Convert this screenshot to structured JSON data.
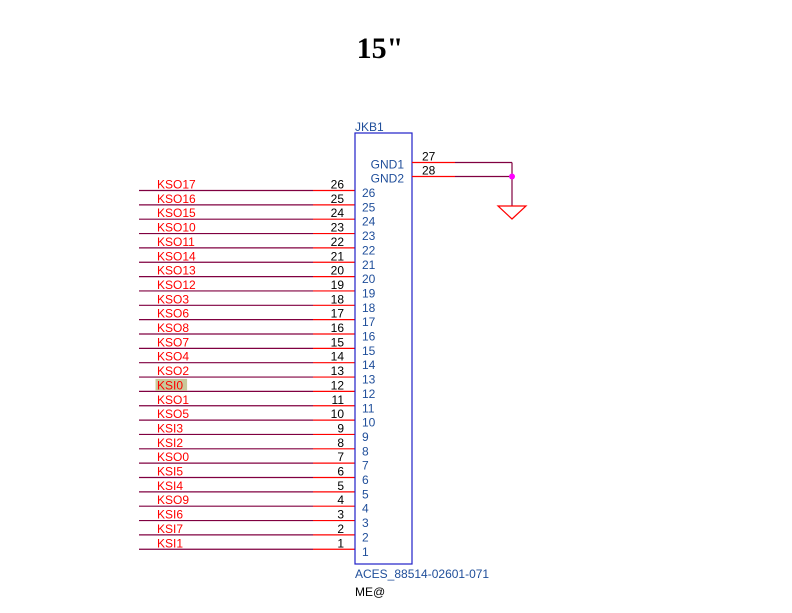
{
  "title": "15\"",
  "connector": {
    "refdes": "JKB1",
    "part_number": "ACES_88514-02601-071",
    "bom_option": "ME@",
    "gnd_pins": [
      {
        "name": "GND1",
        "number": "27"
      },
      {
        "name": "GND2",
        "number": "28"
      }
    ],
    "signal_pins": [
      {
        "net": "KSO17",
        "number": "26"
      },
      {
        "net": "KSO16",
        "number": "25"
      },
      {
        "net": "KSO15",
        "number": "24"
      },
      {
        "net": "KSO10",
        "number": "23"
      },
      {
        "net": "KSO11",
        "number": "22"
      },
      {
        "net": "KSO14",
        "number": "21"
      },
      {
        "net": "KSO13",
        "number": "20"
      },
      {
        "net": "KSO12",
        "number": "19"
      },
      {
        "net": "KSO3",
        "number": "18"
      },
      {
        "net": "KSO6",
        "number": "17"
      },
      {
        "net": "KSO8",
        "number": "16"
      },
      {
        "net": "KSO7",
        "number": "15"
      },
      {
        "net": "KSO4",
        "number": "14"
      },
      {
        "net": "KSO2",
        "number": "13"
      },
      {
        "net": "KSI0",
        "number": "12",
        "highlighted": true
      },
      {
        "net": "KSO1",
        "number": "11"
      },
      {
        "net": "KSO5",
        "number": "10"
      },
      {
        "net": "KSI3",
        "number": "9"
      },
      {
        "net": "KSI2",
        "number": "8"
      },
      {
        "net": "KSO0",
        "number": "7"
      },
      {
        "net": "KSI5",
        "number": "6"
      },
      {
        "net": "KSI4",
        "number": "5"
      },
      {
        "net": "KSO9",
        "number": "4"
      },
      {
        "net": "KSI6",
        "number": "3"
      },
      {
        "net": "KSI7",
        "number": "2"
      },
      {
        "net": "KSI1",
        "number": "1"
      }
    ]
  },
  "colors": {
    "wire": "#800040",
    "pin_stub": "#ff0000",
    "net_label": "#ff0000",
    "pin_number": "#000000",
    "body_outline": "#2020c8",
    "pin_name": "#1f4e9a",
    "junction": "#ff00ff",
    "ground_symbol": "#ff0000",
    "highlight": "#c8c89a"
  }
}
